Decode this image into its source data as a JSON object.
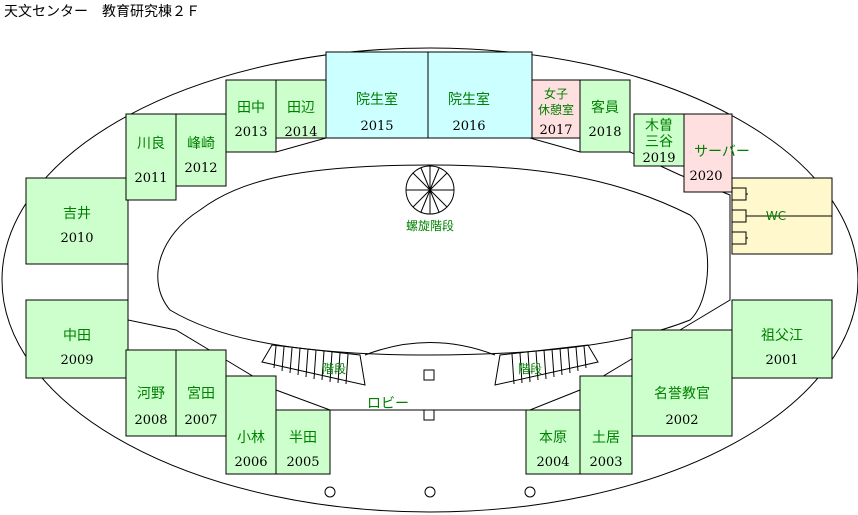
{
  "title": "天文センター　教育研究棟２Ｆ",
  "colors": {
    "room_green": "#ccffcc",
    "room_cyan": "#ccffff",
    "room_pink": "#ffe0e0",
    "wc_yellow": "#fff8cc",
    "label_green": "#008000"
  },
  "rooms": {
    "r2001": {
      "name": "祖父江",
      "number": "2001"
    },
    "r2002": {
      "name": "名誉教官",
      "number": "2002"
    },
    "r2003": {
      "name": "土居",
      "number": "2003"
    },
    "r2004": {
      "name": "本原",
      "number": "2004"
    },
    "r2005": {
      "name": "半田",
      "number": "2005"
    },
    "r2006": {
      "name": "小林",
      "number": "2006"
    },
    "r2007": {
      "name": "宮田",
      "number": "2007"
    },
    "r2008": {
      "name": "河野",
      "number": "2008"
    },
    "r2009": {
      "name": "中田",
      "number": "2009"
    },
    "r2010": {
      "name": "吉井",
      "number": "2010"
    },
    "r2011": {
      "name": "川良",
      "number": "2011"
    },
    "r2012": {
      "name": "峰崎",
      "number": "2012"
    },
    "r2013": {
      "name": "田中",
      "number": "2013"
    },
    "r2014": {
      "name": "田辺",
      "number": "2014"
    },
    "r2015": {
      "name": "院生室",
      "number": "2015"
    },
    "r2016": {
      "name": "院生室",
      "number": "2016"
    },
    "r2017": {
      "name_line1": "女子",
      "name_line2": "休憩室",
      "number": "2017"
    },
    "r2018": {
      "name": "客員",
      "number": "2018"
    },
    "r2019": {
      "name_line1": "木曽",
      "name_line2": "三谷",
      "number": "2019"
    },
    "r2020": {
      "name": "サーバー",
      "number": "2020"
    },
    "wc": {
      "name": "WC"
    }
  },
  "labels": {
    "spiral_stairs": "螺旋階段",
    "stairs_left": "階段",
    "stairs_right": "階段",
    "lobby": "ロビー"
  }
}
